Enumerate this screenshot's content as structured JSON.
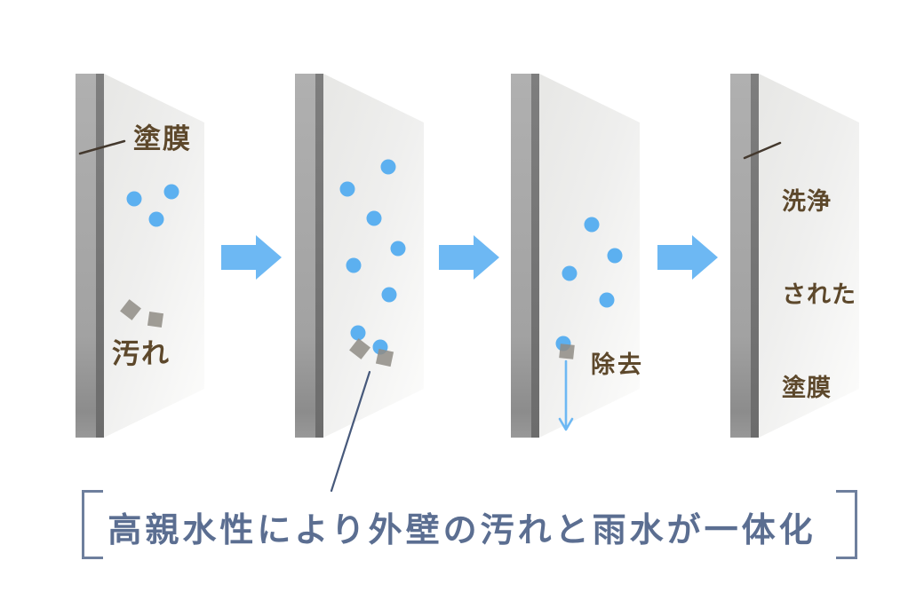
{
  "colors": {
    "bg": "#ffffff",
    "wall-face": "#ededec",
    "wall-edge": "#a6a6a6",
    "wall-edge-dark": "#757575",
    "drop-blue": "#5cb0f0",
    "arrow-blue": "#6db8f3",
    "dirt-gray": "#8f8c85",
    "label-brown": "#5d482b",
    "caption-slate": "#5b6e91",
    "bracket-slate": "#6e7f9d",
    "leader-slate": "#47597b",
    "pointer-dark": "#44392e"
  },
  "stages": [
    {
      "name": "dirt-on-coating",
      "coating_label": "塗膜",
      "dirt_label": "汚れ"
    },
    {
      "name": "rainwater-mixes-with-dirt"
    },
    {
      "name": "dirt-removal",
      "removal_label": "除去"
    },
    {
      "name": "clean-coating",
      "clean_label_lines": [
        "洗浄",
        "された",
        "塗膜"
      ]
    }
  ],
  "caption": {
    "text": "高親水性により外壁の汚れと雨水が一体化"
  }
}
